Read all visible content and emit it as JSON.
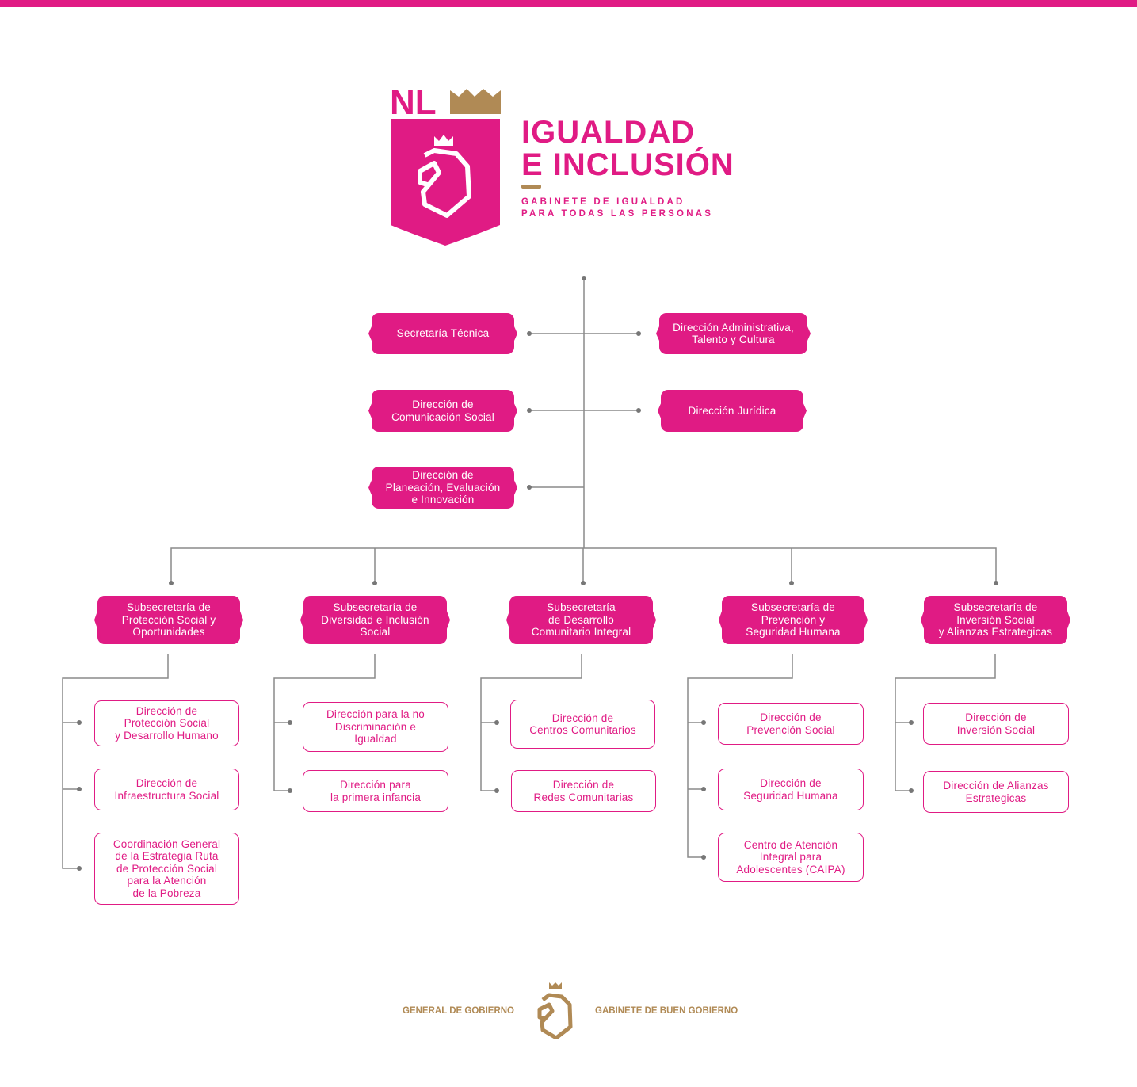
{
  "header": {
    "logo_text": "NL",
    "title_line1": "IGUALDAD",
    "title_line2": "E INCLUSIÓN",
    "subtitle_line1": "GABINETE DE IGUALDAD",
    "subtitle_line2": "PARA TODAS LAS PERSONAS"
  },
  "colors": {
    "brand": "#e01b84",
    "gold": "#b08a55",
    "line": "#8a8a8a"
  },
  "staff_units": [
    "Secretaría Técnica",
    "Dirección Administrativa,\nTalento y Cultura",
    "Dirección de\nComunicación Social",
    "Dirección Jurídica",
    "Dirección de\nPlaneación, Evaluación\ne Innovación"
  ],
  "subsecretarias": [
    {
      "name": "Subsecretaría de\nProtección Social y\nOportunidades",
      "children": [
        "Dirección de\nProtección Social\ny Desarrollo Humano",
        "Dirección de\nInfraestructura Social",
        "Coordinación General\nde la Estrategia Ruta\nde Protección Social\npara la Atención\nde la Pobreza"
      ]
    },
    {
      "name": "Subsecretaría de\nDiversidad e Inclusión\nSocial",
      "children": [
        "Dirección para la no\nDiscriminación e\nIgualdad",
        "Dirección para\nla primera infancia"
      ]
    },
    {
      "name": "Subsecretaría\nde Desarrollo\nComunitario Integral",
      "children": [
        "Dirección de\nCentros Comunitarios",
        "Dirección de\nRedes Comunitarias"
      ]
    },
    {
      "name": "Subsecretaría de\nPrevención y\nSeguridad Humana",
      "children": [
        "Dirección de\nPrevención Social",
        "Dirección de\nSeguridad Humana",
        "Centro de Atención\nIntegral para\nAdolescentes (CAIPA)"
      ]
    },
    {
      "name": "Subsecretaría de\nInversión Social\ny Alianzas Estrategicas",
      "children": [
        "Dirección de\nInversión Social",
        "Dirección de Alianzas\nEstrategicas"
      ]
    }
  ],
  "footer": {
    "left": "GENERAL DE GOBIERNO",
    "right": "GABINETE DE BUEN GOBIERNO"
  }
}
